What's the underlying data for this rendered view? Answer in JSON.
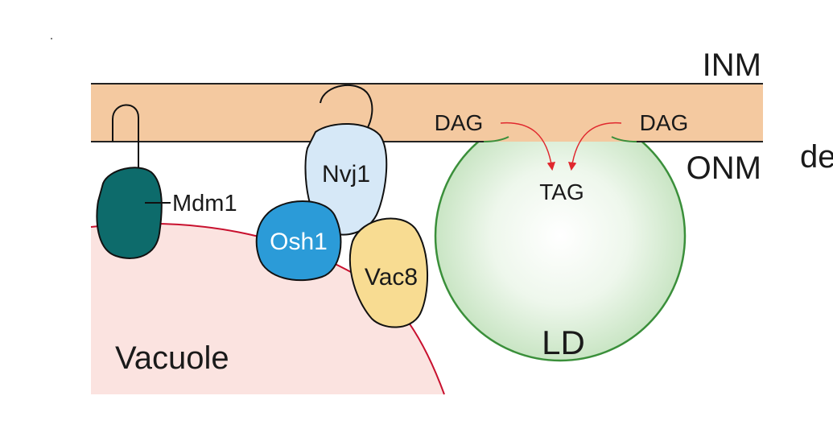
{
  "labels": {
    "inm": "INM",
    "onm": "ONM",
    "cut_text": "de",
    "dag_left": "DAG",
    "dag_right": "DAG",
    "tag": "TAG",
    "ld": "LD",
    "vacuole": "Vacuole",
    "mdm1": "Mdm1",
    "nvj1": "Nvj1",
    "osh1": "Osh1",
    "vac8": "Vac8"
  },
  "colors": {
    "membrane": "#f4c9a0",
    "vacuole_fill": "#fbe3e0",
    "vacuole_edge": "#c8102e",
    "ld_edge": "#3a8f3a",
    "mdm1": "#0d6b6b",
    "nvj1": "#d6e8f7",
    "osh1": "#2b9bd8",
    "vac8": "#f8dc92",
    "arrow": "#e0282e"
  }
}
